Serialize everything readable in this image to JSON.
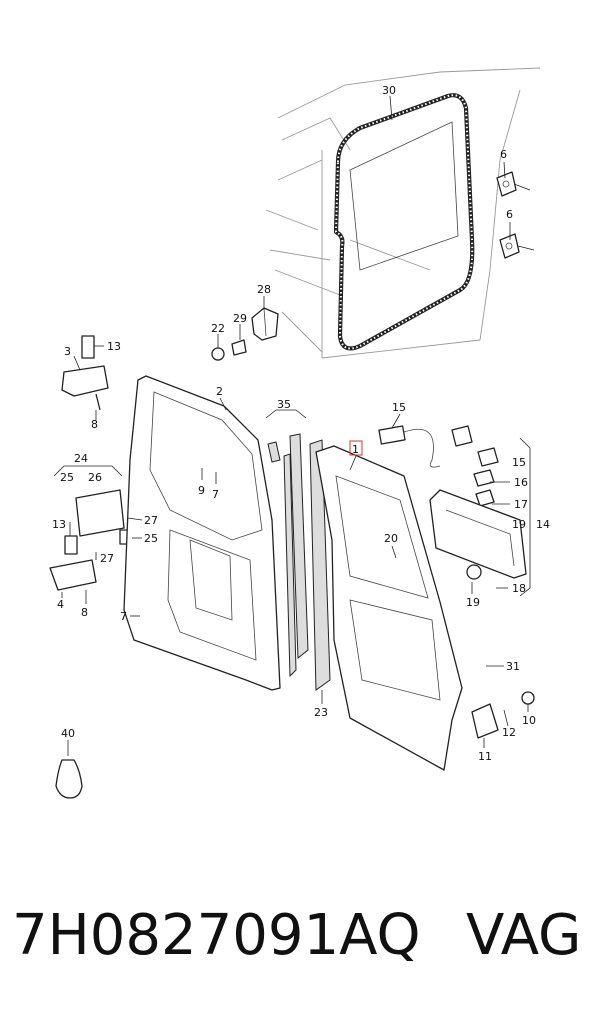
{
  "diagram": {
    "labels": {
      "n30": "30",
      "n6a": "6",
      "n6b": "6",
      "n28": "28",
      "n29": "29",
      "n22": "22",
      "n3": "3",
      "n13a": "13",
      "n8a": "8",
      "n2": "2",
      "n35": "35",
      "n1": "1",
      "n15a": "15",
      "n15b": "15",
      "n16": "16",
      "n17": "17",
      "n19a": "19",
      "n14": "14",
      "n18": "18",
      "n24": "24",
      "n25a": "25",
      "n26": "26",
      "n9": "9",
      "n7a": "7",
      "n27a": "27",
      "n13b": "13",
      "n25b": "25",
      "n27b": "27",
      "n4": "4",
      "n8b": "8",
      "n7b": "7",
      "n20": "20",
      "n19b": "19",
      "n31": "31",
      "n23": "23",
      "n12": "12",
      "n10": "10",
      "n11": "11",
      "n40": "40"
    }
  },
  "footer": {
    "part_number": "7H0827091AQ",
    "brand": "VAG"
  },
  "colors": {
    "ink": "#222222",
    "highlight_box": "#e03030"
  }
}
